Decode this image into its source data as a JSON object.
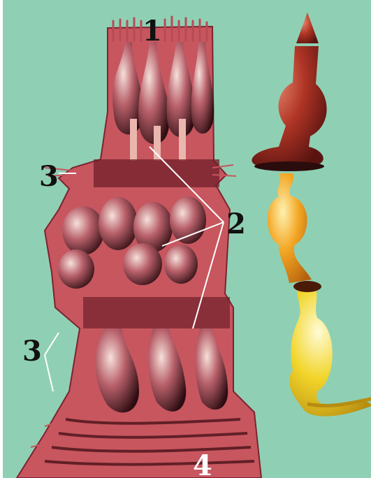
{
  "labels": {
    "one": "1",
    "two": "2",
    "three_top": "3",
    "three_bottom": "3",
    "four": "4"
  },
  "colors": {
    "background": "#8fd0b4",
    "tissue": "#c7565f",
    "tissue_dark": "#7d2330",
    "cell_shadow": "#3a1216",
    "cell_light": "#f4d6cf",
    "neuron_red": "#b03526",
    "neuron_orange": "#f0a020",
    "neuron_yellow": "#f2d52a",
    "label_dark": "#111111",
    "label_light": "#ffffff"
  }
}
